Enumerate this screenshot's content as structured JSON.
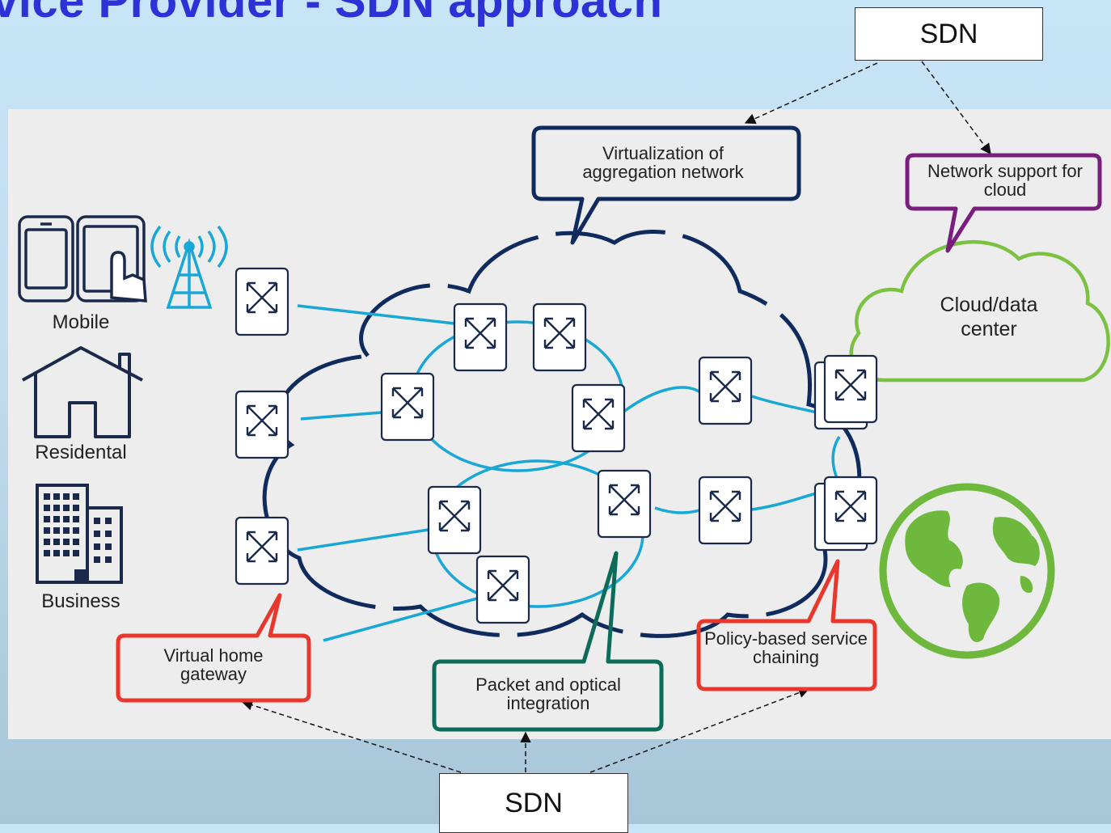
{
  "title": "vice Provider - SDN approach",
  "sdn_boxes": {
    "top": "SDN",
    "bottom": "SDN"
  },
  "callouts": {
    "aggregation": "Virtualization of aggregation network",
    "cloud_support": "Network support for cloud",
    "home_gateway": "Virtual home gateway",
    "packet_optical": "Packet and optical integration",
    "service_chaining": "Policy-based service chaining"
  },
  "endpoints": {
    "mobile": "Mobile",
    "residential": "Residental",
    "business": "Business",
    "cloud": "Cloud/data center"
  },
  "icons": [
    "phone-icon",
    "tablet-icon",
    "radio-tower-icon",
    "house-icon",
    "office-building-icon",
    "globe-icon",
    "switch-icon"
  ],
  "colors": {
    "title": "#2d32d6",
    "cloud_outline": "#0f2a5c",
    "links": "#19a7d6",
    "callout_aggregation": "#0f2a5c",
    "callout_cloud_support": "#7a1e7e",
    "callout_red": "#e8372c",
    "callout_teal": "#0d6b5a",
    "cloud_dc": "#7cc242",
    "globe": "#6fb83e"
  }
}
